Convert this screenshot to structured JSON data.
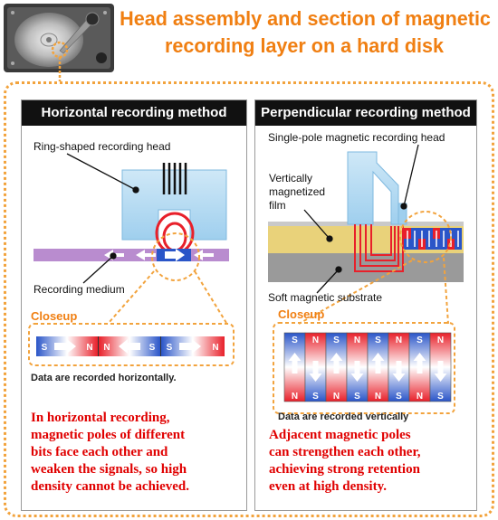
{
  "title": {
    "line1": "Head assembly and section of magnetic",
    "line2": "recording layer on a hard disk"
  },
  "left_panel": {
    "header": "Horizontal recording method",
    "head_label": "Ring-shaped recording head",
    "medium_label": "Recording medium",
    "closeup_label": "Closeup",
    "bits": [
      "S",
      "N",
      "N",
      "S",
      "S",
      "N"
    ],
    "caption": "Data are recorded horizontally.",
    "note": [
      "In horizontal recording,",
      "magnetic poles of different",
      "bits face each other and",
      "weaken the signals, so high",
      "density cannot be achieved."
    ]
  },
  "right_panel": {
    "header": "Perpendicular recording method",
    "head_label": "Single-pole magnetic recording head",
    "film_label": [
      "Vertically",
      "magnetized",
      "film"
    ],
    "substrate_label": "Soft magnetic substrate",
    "closeup_label": "Closeup",
    "top_poles": [
      "S",
      "N",
      "S",
      "N",
      "S",
      "N",
      "S",
      "N"
    ],
    "bottom_poles": [
      "N",
      "S",
      "N",
      "S",
      "N",
      "S",
      "N",
      "S"
    ],
    "caption": "Data are recorded vertically",
    "note": [
      "Adjacent magnetic poles",
      "can strengthen each other,",
      "achieving strong retention",
      "even at high density."
    ]
  },
  "colors": {
    "accent_orange": "#f07f12",
    "note_red": "#e00000",
    "pole_red": "#e8202a",
    "pole_blue": "#2a55c8",
    "head_blue": "#a9d6ef",
    "medium_purple": "#b98ccf",
    "film_yellow": "#e9d27a",
    "substrate_gray": "#9a9a9a"
  }
}
